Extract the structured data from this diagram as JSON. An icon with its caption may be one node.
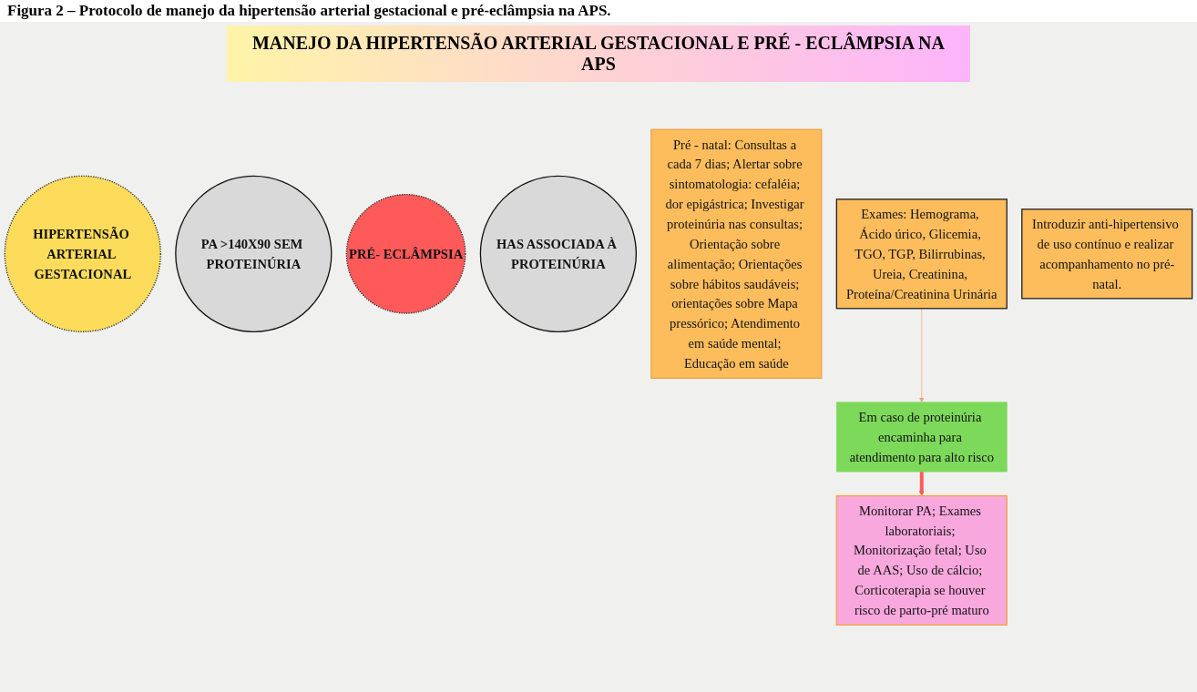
{
  "diagram": {
    "title": "MANEJO DA HIPERTENSÃO ARTERIAL GESTACIONAL E PRÉ - ECLÂMPSIA NA APS",
    "caption": "Figura 2 – Protocolo de manejo da hipertensão arterial gestacional e pré-eclâmpsia na APS.",
    "nodes": [
      {
        "text": [
          "HIPERTENSÃO ARTERIAL GESTACIONAL"
        ]
      },
      {
        "text": [
          "PA >140X90 SEM PROTEINÚRIA"
        ]
      },
      {
        "text": [
          "PRÉ- ECLÂMPSIA"
        ]
      },
      {
        "text": [
          "HAS ASSOCIADA À PROTEINÚRIA"
        ]
      },
      {
        "text": [
          "Pré - natal: Consultas a cada 7 dias; Alertar sobre sintomatologia: cefaléia; dor epigástrica; Investigar proteinúria nas consultas; Orientação sobre alimentação; Orientações sobre hábitos saudáveis; orientações sobre Mapa pressórico; Atendimento em saúde mental; Educação em saúde"
        ]
      },
      {
        "text": [
          "Monitorar PA; Exames laboratoriais; Monitorização fetal; Uso de AAS; Uso de cálcio; Corticoterapia se houver risco de parto-pré maturo"
        ]
      },
      {
        "text": [
          "Exames: Hemograma, Ácido úrico, Glicemia, TGO, TGP, Bilirrubinas, Ureia, Creatinina, Proteína/Creatinina Urinária"
        ]
      },
      {
        "text": [
          "Em caso de proteinúria encaminha para atendimento para alto risco"
        ]
      },
      {
        "text": [
          "Introduzir anti-hipertensivo de uso contínuo e realizar acompanhamento no pré-natal."
        ]
      }
    ],
    "edges": [
      {
        "from": 6,
        "to": 7,
        "arrow": "to",
        "color": "#f4a070"
      },
      {
        "from": 7,
        "to": 5,
        "arrow": "to",
        "style": "thick",
        "color": "#ff5a5a"
      }
    ]
  }
}
